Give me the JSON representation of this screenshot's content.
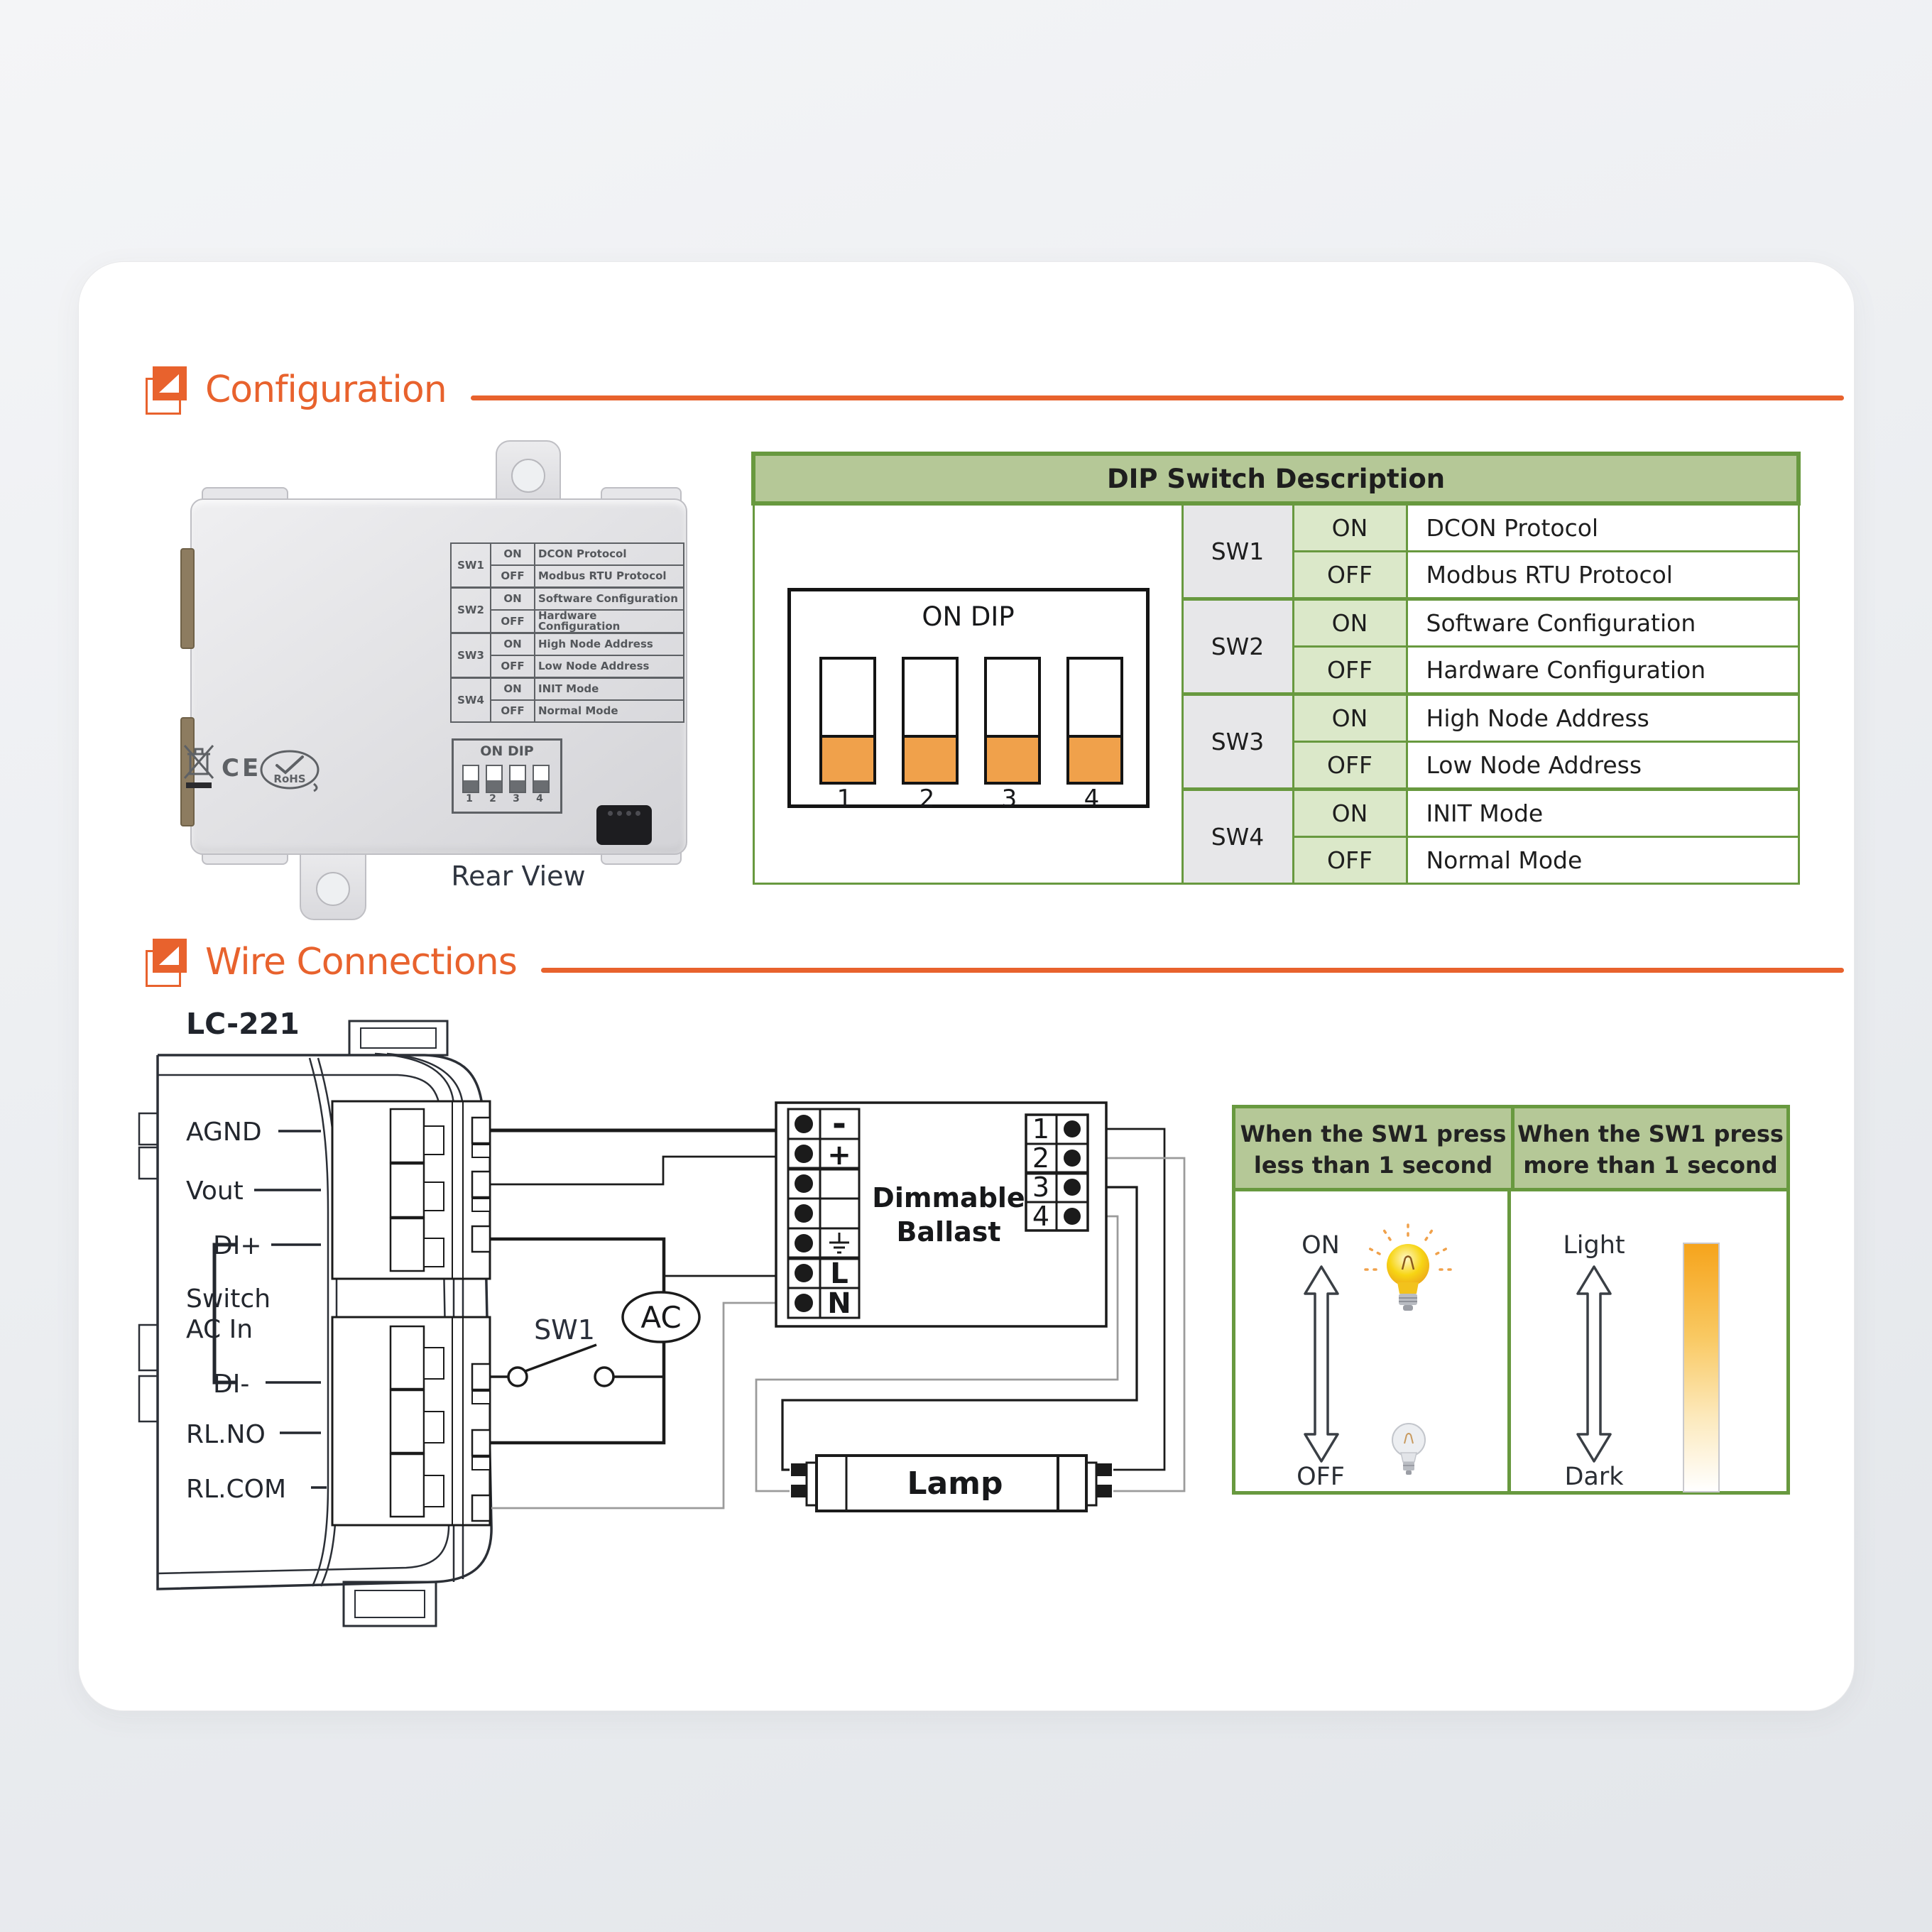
{
  "colors": {
    "accent_orange": "#E8622D",
    "table_border_green": "#68993F",
    "table_header_green": "#B5C897",
    "table_cell_green": "#DBE8C9",
    "table_cell_gray": "#E7E7E9",
    "dip_switch_orange": "#F0A14B",
    "wire_gray": "#9B9B9B",
    "bulb_yellow": "#F5C518"
  },
  "sections": {
    "configuration": "Configuration",
    "wire_connections": "Wire Connections"
  },
  "rear_view": {
    "caption": "Rear View",
    "ce_mark": "CE",
    "rohs_mark": "RoHS"
  },
  "dip_switch": {
    "table_header": "DIP Switch Description",
    "panel_label": "ON DIP",
    "switch_numbers": [
      "1",
      "2",
      "3",
      "4"
    ],
    "on_label": "ON",
    "off_label": "OFF",
    "groups": [
      {
        "sw": "SW1",
        "on_desc": "DCON Protocol",
        "off_desc": "Modbus RTU Protocol"
      },
      {
        "sw": "SW2",
        "on_desc": "Software Configuration",
        "off_desc": "Hardware Configuration"
      },
      {
        "sw": "SW3",
        "on_desc": "High Node Address",
        "off_desc": "Low Node Address"
      },
      {
        "sw": "SW4",
        "on_desc": "INIT Mode",
        "off_desc": "Normal Mode"
      }
    ]
  },
  "wiring": {
    "device_label": "LC-221",
    "terminals": {
      "agnd": "AGND",
      "vout": "Vout",
      "di_plus": "DI+",
      "switch_line1": "Switch",
      "switch_line2": "AC In",
      "di_minus": "DI-",
      "rl_no": "RL.NO",
      "rl_com": "RL.COM"
    },
    "sw1_label": "SW1",
    "ac_label": "AC",
    "ballast": {
      "name_line1": "Dimmable",
      "name_line2": "Ballast",
      "minus": "-",
      "plus": "+",
      "line": "L",
      "neutral": "N",
      "pins": [
        "1",
        "2",
        "3",
        "4"
      ]
    },
    "lamp_label": "Lamp"
  },
  "sw1_behavior": {
    "left_header_line1": "When the SW1 press",
    "left_header_line2": "less than 1 second",
    "right_header_line1": "When the SW1 press",
    "right_header_line2": "more than 1 second",
    "on_label": "ON",
    "off_label": "OFF",
    "light_label": "Light",
    "dark_label": "Dark"
  }
}
